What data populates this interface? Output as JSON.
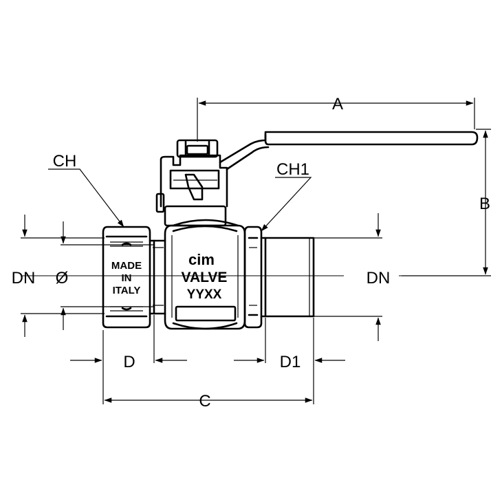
{
  "labels": {
    "A": "A",
    "B": "B",
    "C": "C",
    "D": "D",
    "D1": "D1",
    "CH": "CH",
    "CH1": "CH1",
    "DN_left": "DN",
    "DN_right": "DN",
    "diameter": "Ø"
  },
  "body_marking": {
    "made": "MADE",
    "in": "IN",
    "italy": "ITALY",
    "logo": "cim",
    "valve": "VALVE",
    "code": "YYXX"
  }
}
